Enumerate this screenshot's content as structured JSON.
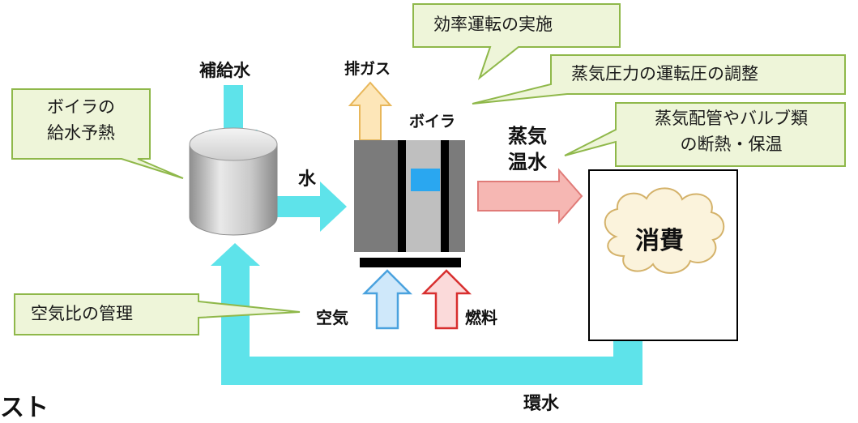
{
  "labels": {
    "makeup_water": "補給水",
    "exhaust_gas": "排ガス",
    "boiler": "ボイラ",
    "water": "水",
    "steam": "蒸気",
    "hot_water": "温水",
    "consumption": "消費",
    "air": "空気",
    "fuel": "燃料",
    "return_water": "環水",
    "partial_title": "スト"
  },
  "callouts": {
    "feedwater_preheat_line1": "ボイラの",
    "feedwater_preheat_line2": "給水予熱",
    "efficient_operation": "効率運転の実施",
    "steam_pressure": "蒸気圧力の運転圧の調整",
    "insulation_line1": "蒸気配管やバルブ類",
    "insulation_line2": "の断熱・保温",
    "air_ratio": "空気比の管理"
  },
  "colors": {
    "callout_fill": "#eef5d9",
    "callout_border": "#8fb84a",
    "water_arrow": "#5ee3ea",
    "exhaust_arrow_fill": "#fde6b8",
    "exhaust_arrow_border": "#e8b75a",
    "steam_arrow_fill": "#f6b7b3",
    "steam_arrow_border": "#e07b78",
    "air_arrow_fill": "#cfe8fa",
    "air_arrow_border": "#4aa2de",
    "fuel_arrow_fill": "#fbdada",
    "fuel_arrow_border": "#d82f2f",
    "boiler_gray": "#7b7b7b",
    "boiler_light": "#bfbfbf",
    "boiler_blue": "#2aa7f0",
    "cloud_fill": "#fbf3dc",
    "cloud_border": "#d4b26a"
  }
}
